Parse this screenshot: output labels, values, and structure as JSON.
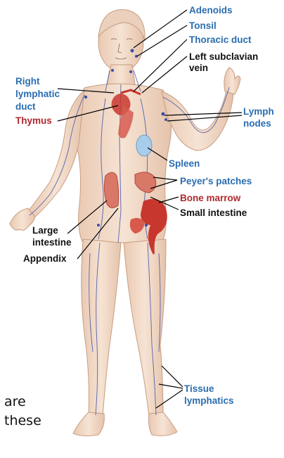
{
  "labels": {
    "adenoids": "Adenoids",
    "tonsil": "Tonsil",
    "thoracic_duct": "Thoracic duct",
    "left_subclavian_vein_1": "Left subclavian",
    "left_subclavian_vein_2": "vein",
    "right_lymphatic_duct_1": "Right",
    "right_lymphatic_duct_2": "lymphatic",
    "right_lymphatic_duct_3": "duct",
    "thymus": "Thymus",
    "lymph_nodes_1": "Lymph",
    "lymph_nodes_2": "nodes",
    "spleen": "Spleen",
    "peyers_patches": "Peyer's patches",
    "bone_marrow": "Bone marrow",
    "small_intestine": "Small intestine",
    "large_intestine_1": "Large",
    "large_intestine_2": "intestine",
    "appendix": "Appendix",
    "tissue_lymphatics_1": "Tissue",
    "tissue_lymphatics_2": "lymphatics"
  },
  "caption": {
    "line1": "are",
    "line2": "these"
  },
  "colors": {
    "skin": "#f3dccb",
    "skin_shade": "#e2bfa6",
    "vessel": "#3b4fa8",
    "organ_red": "#c8372e",
    "label_blue": "#2a6db0",
    "label_red": "#b0282e",
    "spleen_blue": "#a8cdea"
  }
}
